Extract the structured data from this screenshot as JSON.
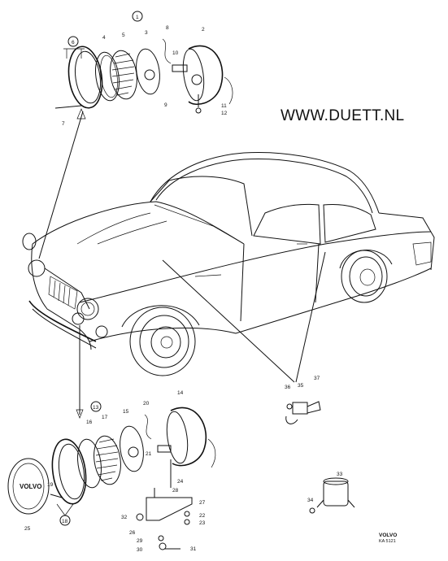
{
  "watermark": "WWW.DUETT.NL",
  "brand": "VOLVO",
  "figure_ref": "KA 5121",
  "group_labels": [
    "1",
    "13",
    "6",
    "18"
  ],
  "callouts": [
    "2",
    "3",
    "4",
    "5",
    "7",
    "8",
    "9",
    "10",
    "11",
    "12",
    "14",
    "15",
    "16",
    "17",
    "19",
    "20",
    "21",
    "22",
    "23",
    "24",
    "25",
    "26",
    "27",
    "28",
    "29",
    "30",
    "31",
    "32",
    "33",
    "34",
    "35",
    "36",
    "37"
  ],
  "badge_text": "VOLVO"
}
